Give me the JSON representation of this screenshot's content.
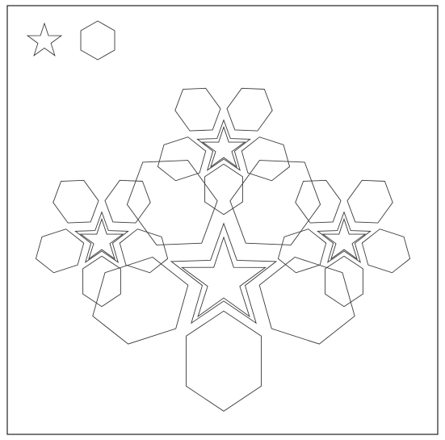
{
  "title": "",
  "figure": {
    "description_type": "star-hexagon tiling pattern",
    "legend": [
      {
        "shape": "star",
        "icon": "star-icon"
      },
      {
        "shape": "hexagon",
        "icon": "hexagon-icon"
      }
    ],
    "clusters": [
      {
        "id": "cluster-center",
        "role": "central",
        "parts": [
          "star",
          "hexagon",
          "hexagon",
          "hexagon",
          "hexagon",
          "hexagon"
        ]
      },
      {
        "id": "cluster-top",
        "role": "satellite",
        "parts": [
          "star",
          "hexagon",
          "hexagon",
          "hexagon",
          "hexagon",
          "hexagon"
        ]
      },
      {
        "id": "cluster-left",
        "role": "satellite",
        "parts": [
          "star",
          "hexagon",
          "hexagon",
          "hexagon",
          "hexagon",
          "hexagon"
        ]
      },
      {
        "id": "cluster-right",
        "role": "satellite",
        "parts": [
          "star",
          "hexagon",
          "hexagon",
          "hexagon",
          "hexagon",
          "hexagon"
        ]
      }
    ],
    "colors": {
      "stroke": "#3a3a3a",
      "background": "#ffffff",
      "frame": "#222222"
    }
  }
}
